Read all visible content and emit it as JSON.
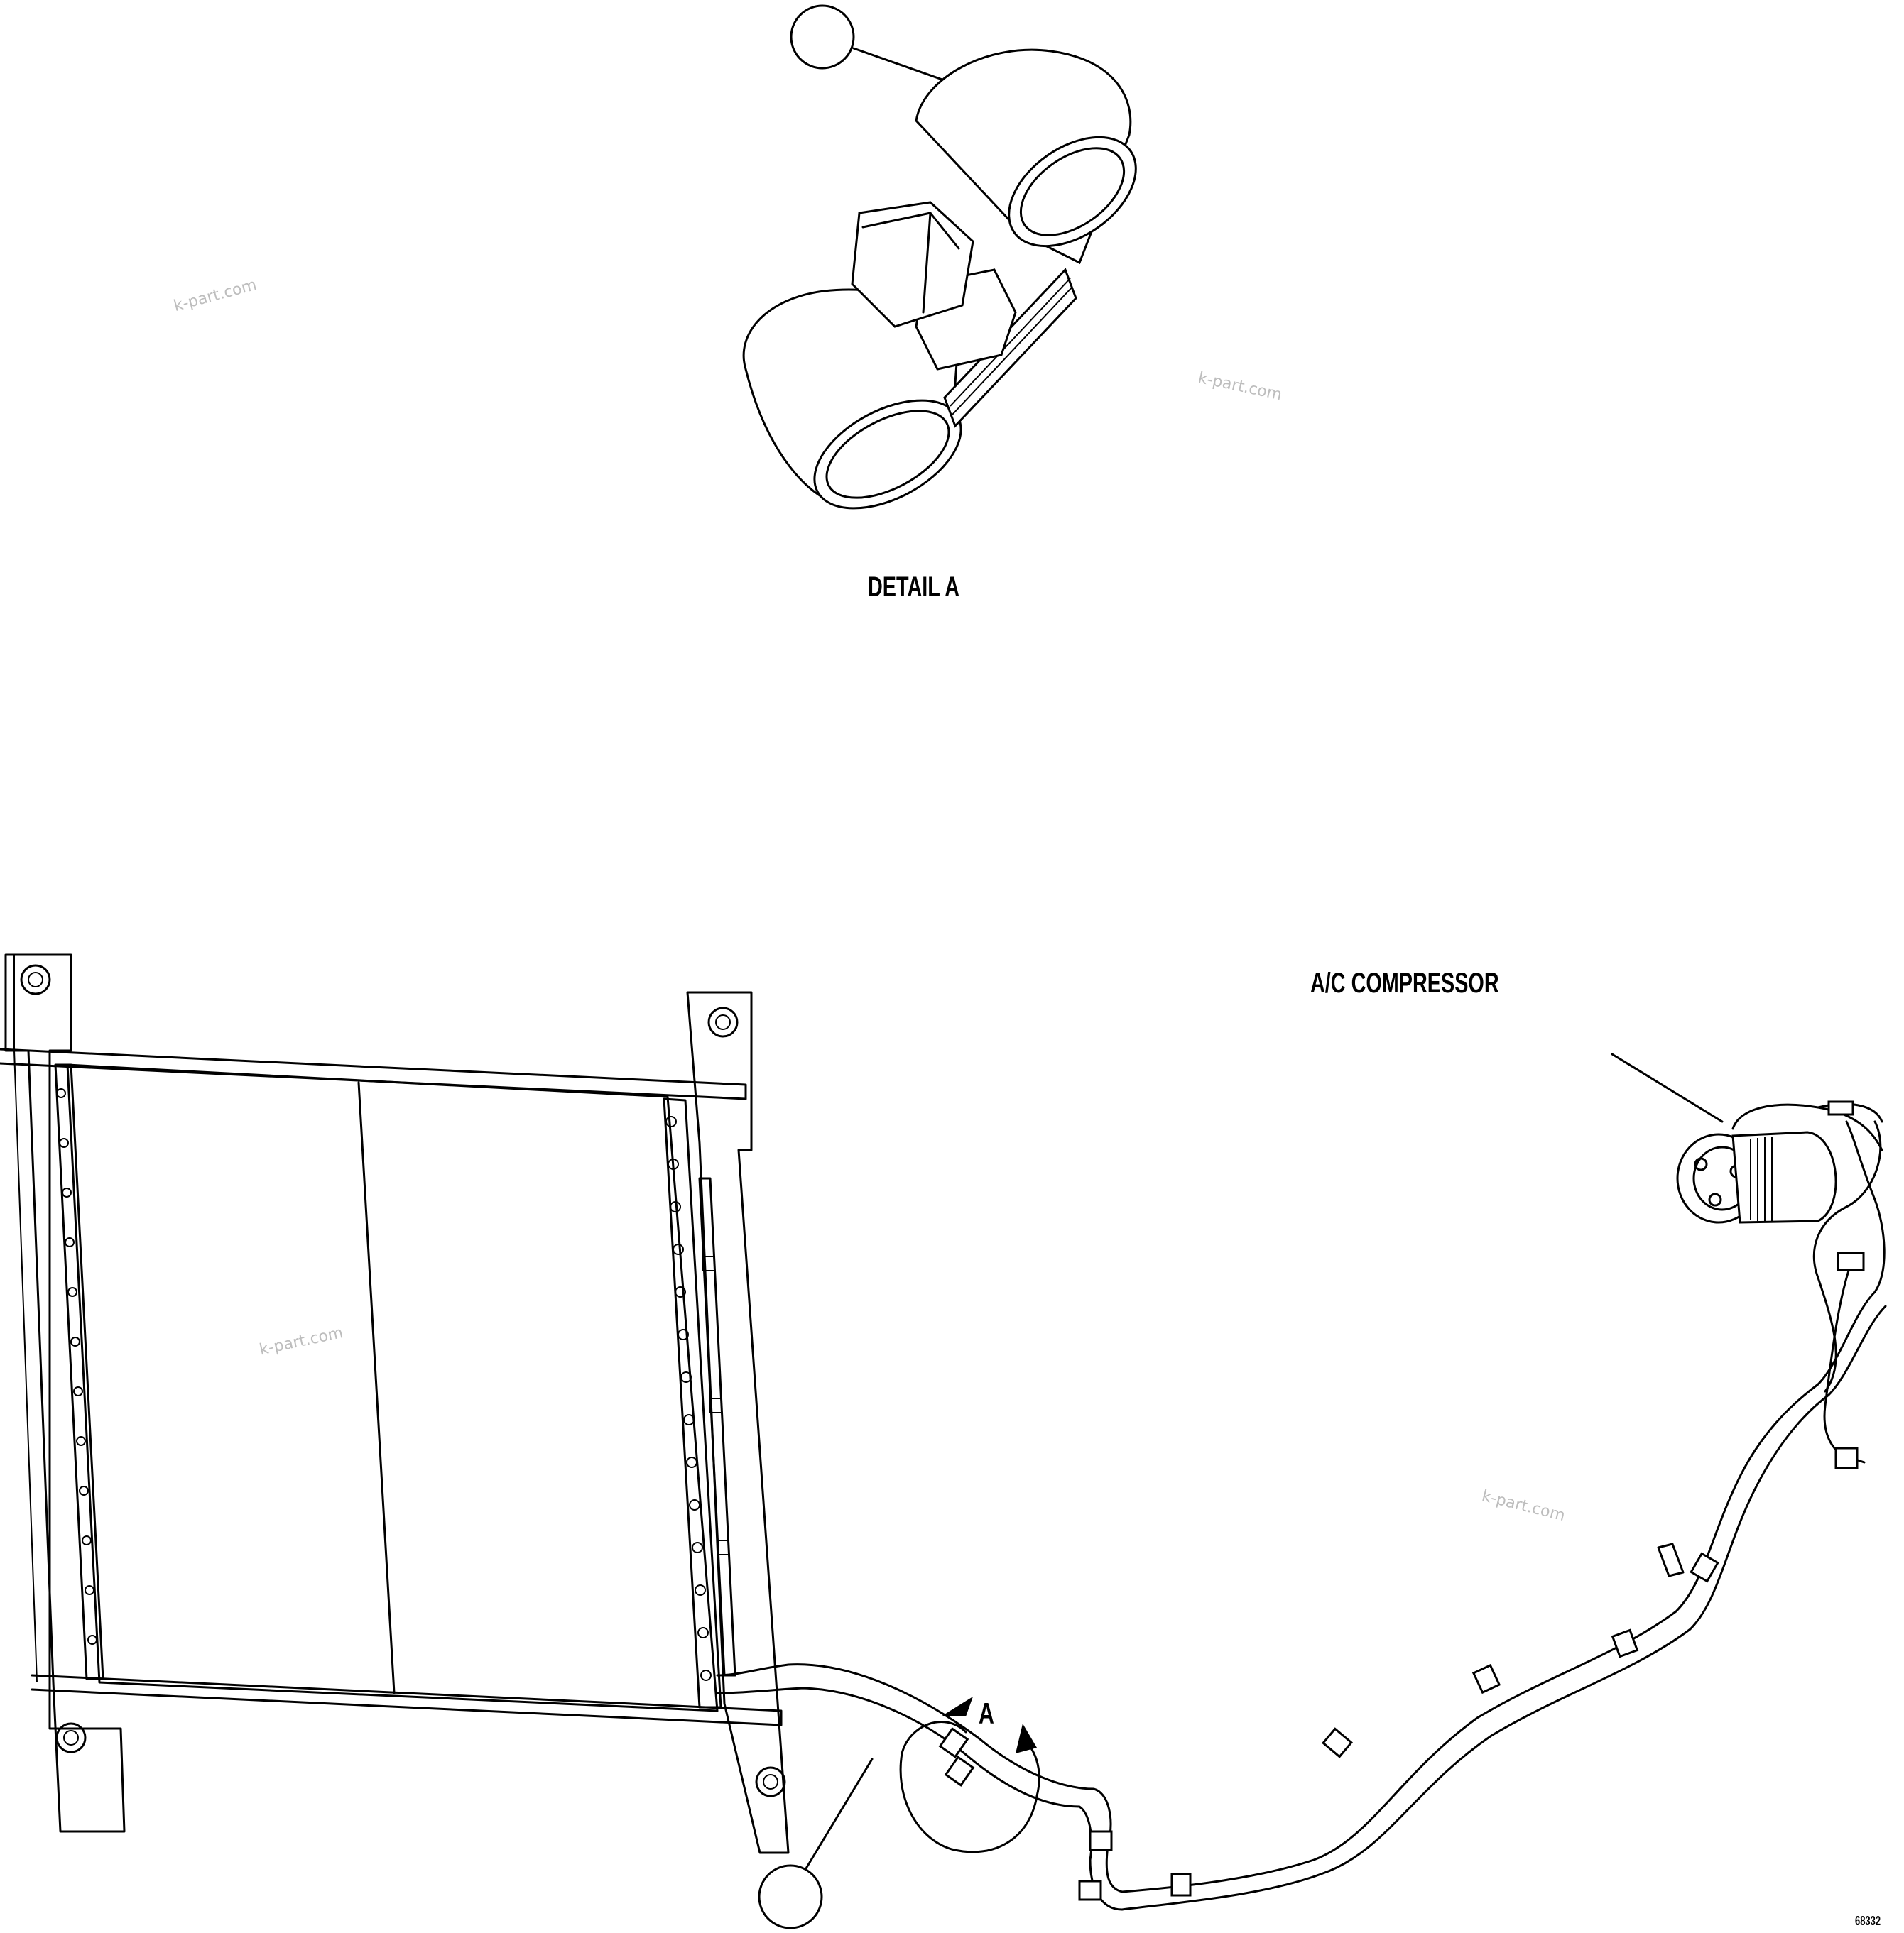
{
  "labels": {
    "detail_title": "DETAIL A",
    "compressor": "A/C COMPRESSOR",
    "view_ref": "A",
    "figure_number": "68332"
  },
  "watermarks": [
    "k-part.com",
    "k-part.com",
    "k-part.com",
    "k-part.com"
  ],
  "callouts": {
    "detail_balloon": "",
    "main_balloon": ""
  }
}
